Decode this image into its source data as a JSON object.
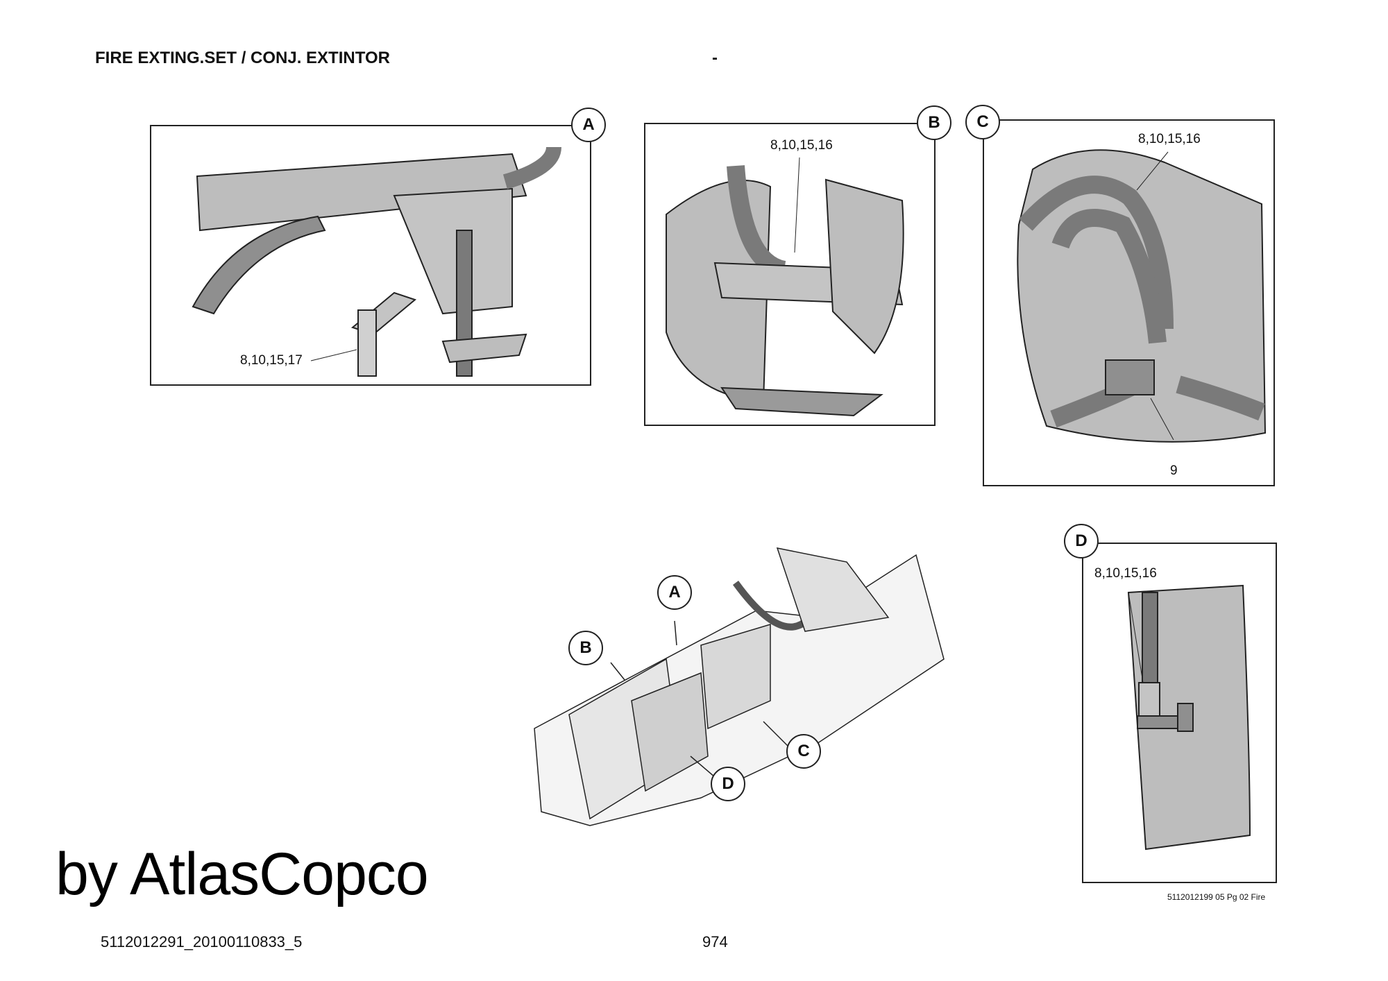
{
  "header": {
    "title": "FIRE EXTING.SET / CONJ. EXTINTOR",
    "separator": "-"
  },
  "details": [
    {
      "callout": "A",
      "labels": [
        "8,10,15,17"
      ]
    },
    {
      "callout": "B",
      "labels": [
        "8,10,15,16"
      ]
    },
    {
      "callout": "C",
      "labels": [
        "8,10,15,16",
        "9"
      ]
    },
    {
      "callout": "D",
      "labels": [
        "8,10,15,16"
      ]
    }
  ],
  "overview": {
    "callouts": [
      "A",
      "B",
      "C",
      "D"
    ]
  },
  "footer": {
    "drawing_ref": "5112012199 05 Pg 02 Fire",
    "doc_code": "5112012291_20100110833_5",
    "page_number": "974",
    "watermark": "by AtlasCopco"
  }
}
